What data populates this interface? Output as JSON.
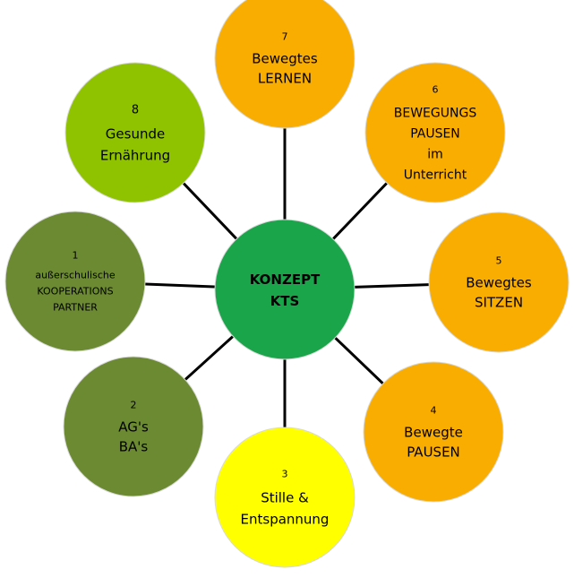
{
  "center": {
    "lines": [
      "KONZEPT",
      "KTS"
    ],
    "color": "#1aa54a"
  },
  "nodes": [
    {
      "id": "node-7",
      "number": "7",
      "lines": [
        "Bewegtes",
        "LERNEN"
      ],
      "color": "#f9ad00"
    },
    {
      "id": "node-6",
      "number": "6",
      "lines": [
        "BEWEGUNGS",
        "PAUSEN",
        "im",
        "Unterricht"
      ],
      "color": "#f9ad00"
    },
    {
      "id": "node-5",
      "number": "5",
      "lines": [
        "Bewegtes",
        "SITZEN"
      ],
      "color": "#f9ad00"
    },
    {
      "id": "node-4",
      "number": "4",
      "lines": [
        "Bewegte",
        "PAUSEN"
      ],
      "color": "#f9ad00"
    },
    {
      "id": "node-3",
      "number": "3",
      "lines": [
        "Stille &",
        "Entspannung"
      ],
      "color": "#ffff00"
    },
    {
      "id": "node-2",
      "number": "2",
      "lines": [
        "AG's",
        "BA's"
      ],
      "color": "#6b8a32"
    },
    {
      "id": "node-1",
      "number": "1",
      "lines": [
        "außerschulische",
        "KOOPERATIONS",
        "PARTNER"
      ],
      "color": "#6b8a32"
    },
    {
      "id": "node-8",
      "number": "8",
      "lines": [
        "Gesunde",
        "Ernährung"
      ],
      "color": "#8fc300"
    }
  ]
}
